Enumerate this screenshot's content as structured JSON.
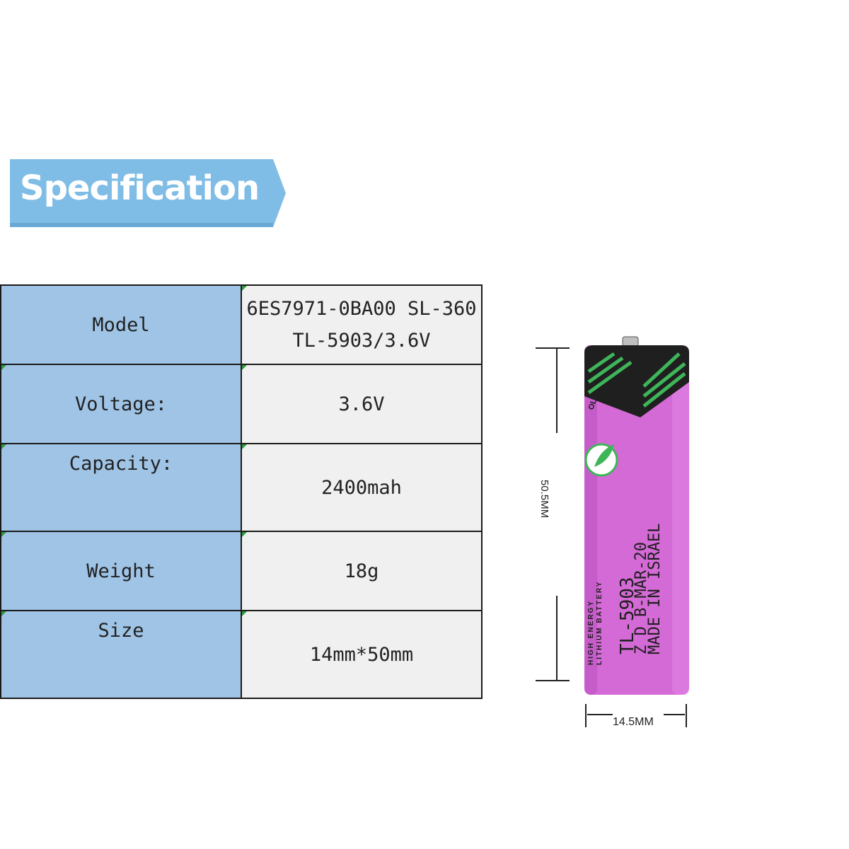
{
  "banner": {
    "title": "Specification"
  },
  "specs": [
    {
      "label": "Model",
      "value_lines": [
        "6ES7971-0BA00 SL-360",
        "TL-5903/3.6V"
      ]
    },
    {
      "label": "Voltage:",
      "value_lines": [
        "3.6V"
      ]
    },
    {
      "label": "Capacity:",
      "value_lines": [
        "2400mah"
      ]
    },
    {
      "label": "Weight",
      "value_lines": [
        "18g"
      ]
    },
    {
      "label": "Size",
      "value_lines": [
        "14mm*50mm"
      ]
    }
  ],
  "battery": {
    "print_lines": [
      "TL-5903",
      "Z D B-MAR-20",
      "MADE IN ISRAEL"
    ],
    "small_print_lines": [
      "HIGH ENERGY",
      "LITHIUM BATTERY"
    ],
    "volts_text": "OLTS",
    "height_label": "50.5MM",
    "width_label": "14.5MM"
  },
  "colors": {
    "banner": "#7fbde6",
    "label_cell": "#9fc4e6",
    "value_cell": "#f0f0f0",
    "battery": "#d46ad6",
    "stripe": "#3fb55a"
  }
}
